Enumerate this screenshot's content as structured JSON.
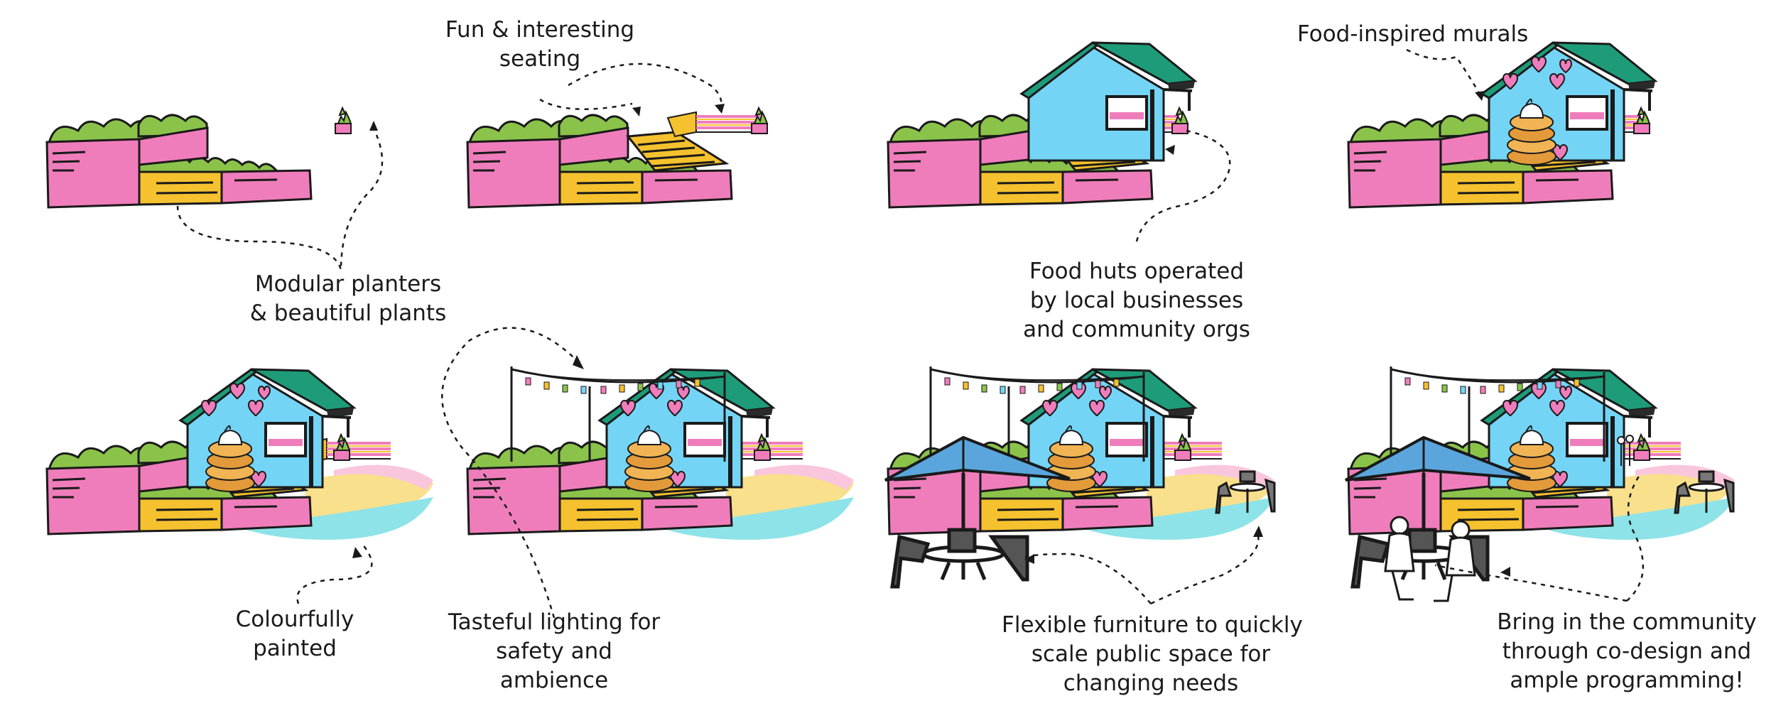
{
  "labels": {
    "planters": [
      "Modular planters",
      "& beautiful plants"
    ],
    "seating": [
      "Fun & interesting",
      "seating"
    ],
    "huts": [
      "Food huts operated",
      "by local businesses",
      "and community orgs"
    ],
    "murals": [
      "Food-inspired murals"
    ],
    "painted": [
      "Colourfully",
      "painted"
    ],
    "lighting": [
      "Tasteful lighting for",
      "safety and",
      "ambience"
    ],
    "furniture": [
      "Flexible furniture to quickly",
      "scale public space for",
      "changing needs"
    ],
    "community": [
      "Bring in the community",
      "through co-design and",
      "ample programming!"
    ]
  },
  "colors": {
    "pink": "#f07dbb",
    "yellow": "#f5c12e",
    "green": "#8bc34a",
    "blue": "#74d4f5",
    "roof": "#1e9c7a",
    "umbrella": "#5aa6dc",
    "sand": "#f9e08c",
    "aqua": "#8ee3e8",
    "lightpink": "#f9c6de",
    "ink": "#1a1a1a"
  }
}
